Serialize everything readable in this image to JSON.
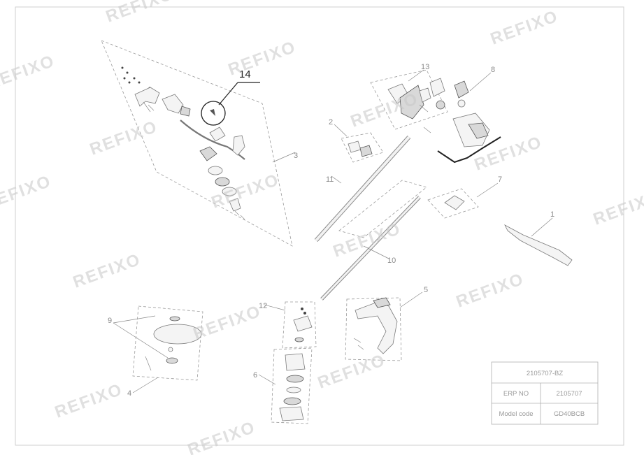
{
  "drawing": {
    "part_numbers": [
      "1",
      "2",
      "3",
      "4",
      "5",
      "6",
      "7",
      "8",
      "9",
      "10",
      "11",
      "12",
      "13"
    ],
    "callout": {
      "label": "14"
    },
    "watermark": "REFIXO"
  },
  "title_block": {
    "header": "2105707-BZ",
    "rows": [
      {
        "label": "ERP NO",
        "value": "2105707"
      },
      {
        "label": "Model code",
        "value": "GD40BCB"
      }
    ]
  }
}
